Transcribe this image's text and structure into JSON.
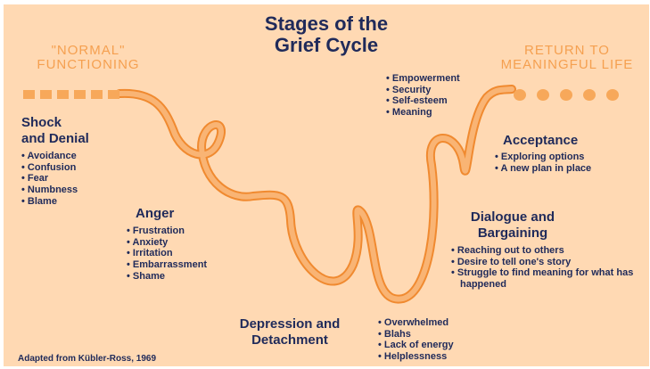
{
  "title_line1": "Stages of the",
  "title_line2": "Grief Cycle",
  "start_label": {
    "line1": "\"NORMAL\"",
    "line2": "FUNCTIONING"
  },
  "end_label": {
    "line1": "RETURN TO",
    "line2": "MEANINGFUL LIFE"
  },
  "stages": {
    "shock": {
      "line1": "Shock",
      "line2": "and Denial",
      "items": [
        "Avoidance",
        "Confusion",
        "Fear",
        "Numbness",
        "Blame"
      ]
    },
    "anger": {
      "line1": "Anger",
      "items": [
        "Frustration",
        "Anxiety",
        "Irritation",
        "Embarrassment",
        "Shame"
      ]
    },
    "depression": {
      "line1": "Depression and",
      "line2": "Detachment",
      "items": [
        "Overwhelmed",
        "Blahs",
        "Lack of energy",
        "Helplessness"
      ]
    },
    "dialogue": {
      "line1": "Dialogue and",
      "line2": "Bargaining",
      "items": [
        "Reaching out to others",
        "Desire to tell one's story",
        "Struggle to find meaning for what has happened"
      ]
    },
    "acceptance": {
      "line1": "Acceptance",
      "items": [
        "Exploring options",
        "A new plan in place"
      ]
    },
    "return_items": [
      "Empowerment",
      "Security",
      "Self-esteem",
      "Meaning"
    ]
  },
  "credit": "Adapted from Kübler-Ross, 1969",
  "colors": {
    "background": "#ffd9b3",
    "ribbon": "#f7a85a",
    "text": "#1f2a5a",
    "accent": "#f5a050"
  }
}
